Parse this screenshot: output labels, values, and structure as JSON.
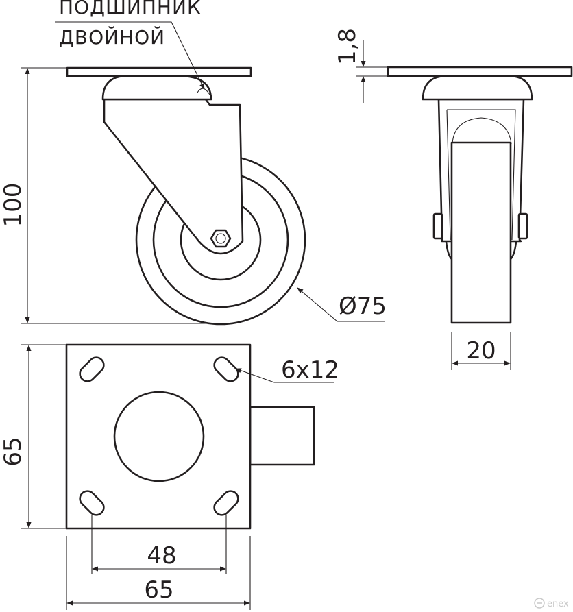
{
  "labels": {
    "bearing_line1": "ПОДШИПНИК",
    "bearing_line2": "ДВОЙНОЙ"
  },
  "dimensions": {
    "total_height": "100",
    "plate_thickness": "1,8",
    "wheel_diameter": "Ø75",
    "wheel_width": "20",
    "hole_size": "6x12",
    "plate_height": "65",
    "hole_spacing": "48",
    "plate_width": "65"
  },
  "watermark": {
    "text": "enex"
  },
  "colors": {
    "line": "#231f20",
    "background": "#ffffff",
    "watermark": "#c8c8c8"
  }
}
